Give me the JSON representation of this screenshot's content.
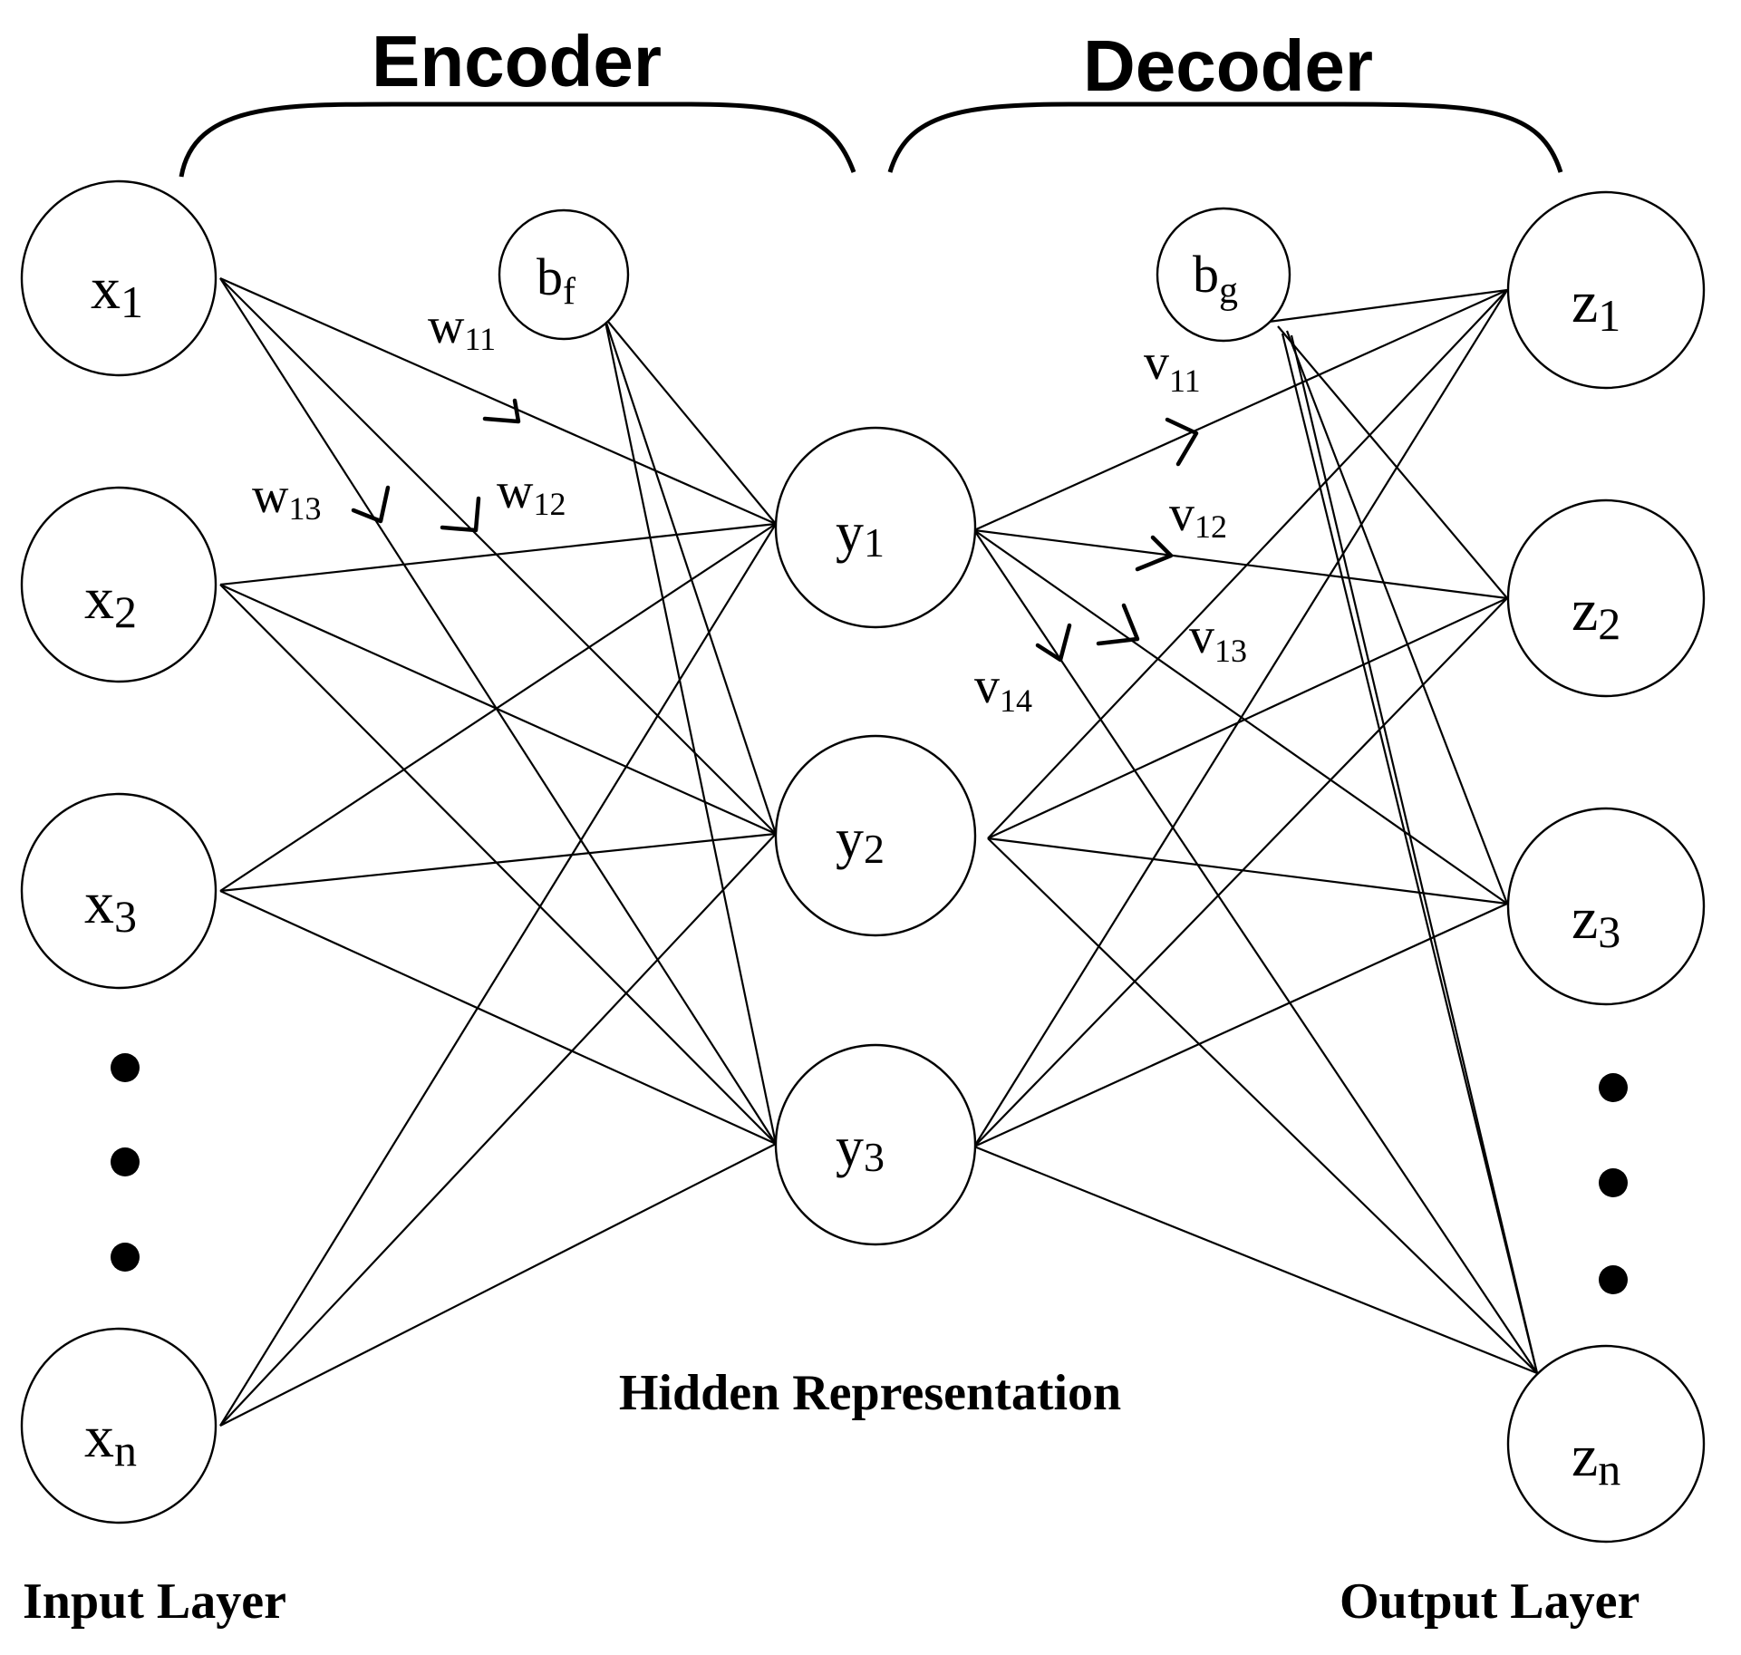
{
  "titles": {
    "encoder": "Encoder",
    "decoder": "Decoder"
  },
  "labels": {
    "input_layer": "Input Layer",
    "hidden_representation": "Hidden Representation",
    "output_layer": "Output Layer"
  },
  "nodes": {
    "x1": {
      "base": "x",
      "sub": "1"
    },
    "x2": {
      "base": "x",
      "sub": "2"
    },
    "x3": {
      "base": "x",
      "sub": "3"
    },
    "xn": {
      "base": "x",
      "sub": "n"
    },
    "bf": {
      "base": "b",
      "sub": "f"
    },
    "y1": {
      "base": "y",
      "sub": "1"
    },
    "y2": {
      "base": "y",
      "sub": "2"
    },
    "y3": {
      "base": "y",
      "sub": "3"
    },
    "bg": {
      "base": "b",
      "sub": "g"
    },
    "z1": {
      "base": "z",
      "sub": "1"
    },
    "z2": {
      "base": "z",
      "sub": "2"
    },
    "z3": {
      "base": "z",
      "sub": "3"
    },
    "zn": {
      "base": "z",
      "sub": "n"
    }
  },
  "weights": {
    "w11": {
      "base": "w",
      "sub": "11"
    },
    "w12": {
      "base": "w",
      "sub": "12"
    },
    "w13": {
      "base": "w",
      "sub": "13"
    },
    "v11": {
      "base": "v",
      "sub": "11"
    },
    "v12": {
      "base": "v",
      "sub": "12"
    },
    "v13": {
      "base": "v",
      "sub": "13"
    },
    "v14": {
      "base": "v",
      "sub": "14"
    }
  }
}
